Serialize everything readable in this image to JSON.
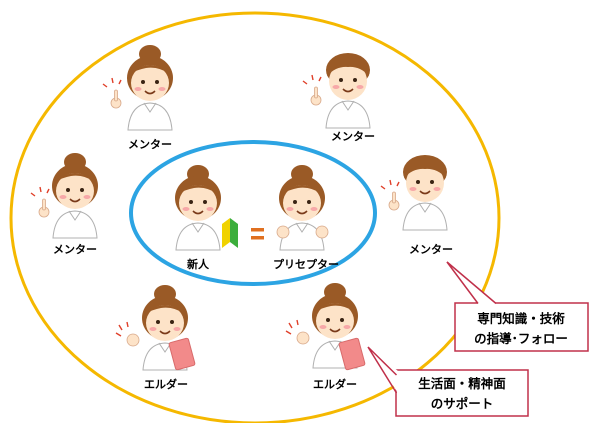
{
  "roles": {
    "mentor": "メンター",
    "newcomer": "新人",
    "preceptor": "プリセプター",
    "elder": "エルダー"
  },
  "equals_sign": "=",
  "callouts": {
    "mentor_support": [
      "専門知識・技術",
      "の指導･フォロー"
    ],
    "elder_support": [
      "生活面・精神面",
      "のサポート"
    ]
  },
  "colors": {
    "outer_ring": "#f5b800",
    "inner_ring": "#2ca4e3",
    "callout_border": "#c0304a",
    "hair": "#9a5a26",
    "skin": "#fde3c8",
    "scrub_green_badge": "#3cae3c",
    "scrub_yellow_badge": "#f0d200",
    "equals": "#e07020",
    "clipboard": "#f28a8a"
  }
}
